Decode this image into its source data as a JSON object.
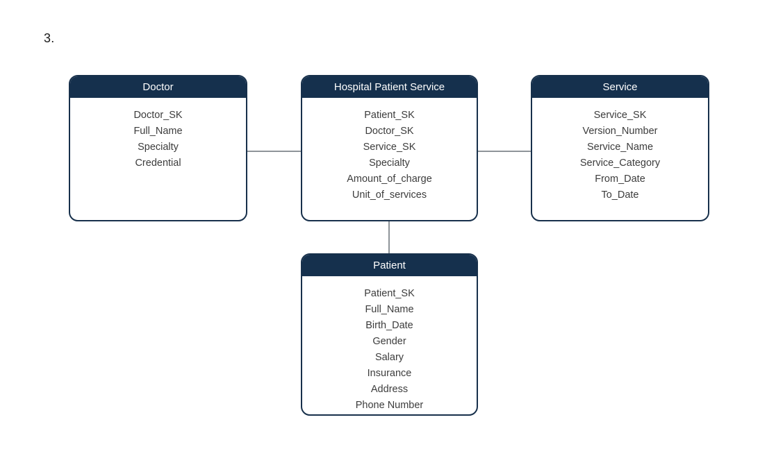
{
  "page": {
    "question_number": "3.",
    "background_color": "#ffffff"
  },
  "theme": {
    "header_background": "#15304d",
    "header_text_color": "#ffffff",
    "card_border_color": "#17304b",
    "card_background": "#ffffff",
    "attribute_text_color": "#3c3c3c",
    "connector_color": "#8e9499"
  },
  "entities": [
    {
      "id": "doctor",
      "title": "Doctor",
      "attributes": [
        "Doctor_SK",
        "Full_Name",
        "Specialty",
        "Credential"
      ]
    },
    {
      "id": "hospital_patient_service",
      "title": "Hospital Patient Service",
      "attributes": [
        "Patient_SK",
        "Doctor_SK",
        "Service_SK",
        "Specialty",
        "Amount_of_charge",
        "Unit_of_services"
      ]
    },
    {
      "id": "service",
      "title": "Service",
      "attributes": [
        "Service_SK",
        "Version_Number",
        "Service_Name",
        "Service_Category",
        "From_Date",
        "To_Date"
      ]
    },
    {
      "id": "patient",
      "title": "Patient",
      "attributes": [
        "Patient_SK",
        "Full_Name",
        "Birth_Date",
        "Gender",
        "Salary",
        "Insurance",
        "Address",
        "Phone Number"
      ]
    }
  ],
  "relationships": [
    {
      "id": "doctor-hps",
      "from": "doctor",
      "to": "hospital_patient_service",
      "orientation": "horizontal"
    },
    {
      "id": "hps-service",
      "from": "hospital_patient_service",
      "to": "service",
      "orientation": "horizontal"
    },
    {
      "id": "hps-patient",
      "from": "hospital_patient_service",
      "to": "patient",
      "orientation": "vertical"
    }
  ]
}
